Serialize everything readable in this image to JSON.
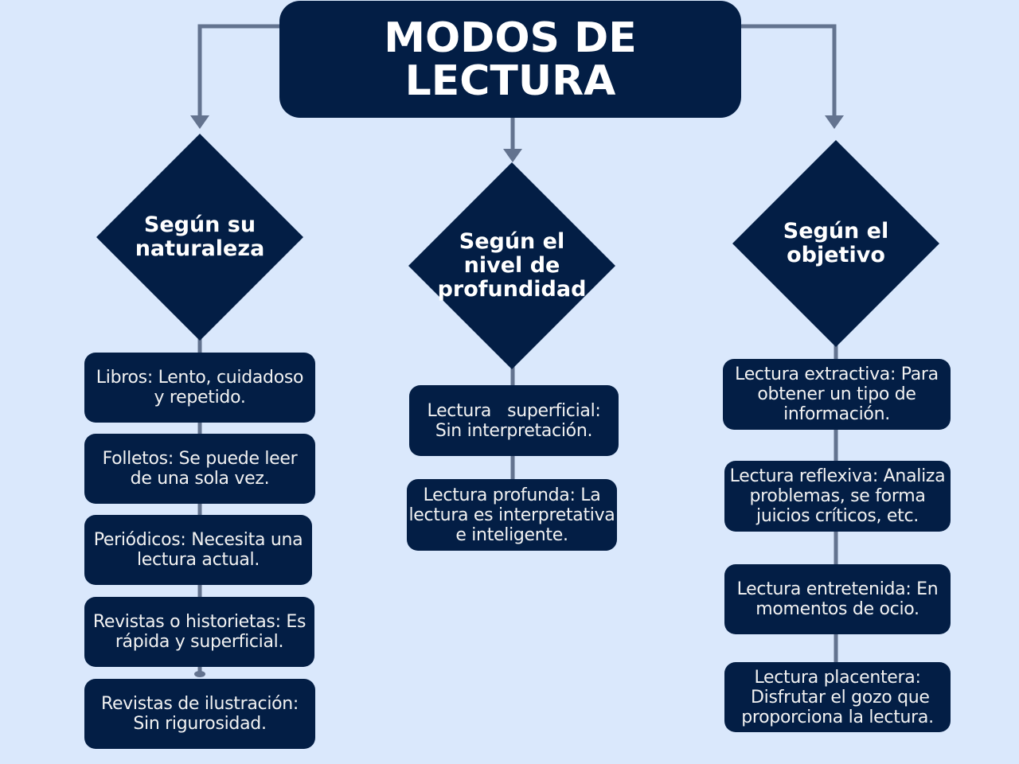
{
  "title": {
    "line1": "MODOS DE",
    "line2": "LECTURA"
  },
  "colors": {
    "background": "#dae8fc",
    "node": "#031e45",
    "connector": "#63738f",
    "text": "#ffffff"
  },
  "branches": [
    {
      "label_line1": "Según su",
      "label_line2": "naturaleza",
      "items": [
        {
          "line1": "Libros: Lento, cuidadoso",
          "line2": "y repetido."
        },
        {
          "line1": "Folletos: Se puede leer",
          "line2": "de una sola vez."
        },
        {
          "line1": "Periódicos: Necesita una",
          "line2": "lectura actual."
        },
        {
          "line1": "Revistas o historietas: Es",
          "line2": "rápida y superficial."
        },
        {
          "line1": "Revistas de ilustración:",
          "line2": "Sin rigurosidad."
        }
      ]
    },
    {
      "label_line1": "Según el",
      "label_line2": "nivel de",
      "label_line3": "profundidad",
      "items": [
        {
          "line1": "Lectura   superficial:",
          "line2": "Sin interpretación."
        },
        {
          "line1": "Lectura profunda: La",
          "line2": "lectura es interpretativa",
          "line3": "e inteligente."
        }
      ]
    },
    {
      "label_line1": "Según el",
      "label_line2": "objetivo",
      "items": [
        {
          "line1": "Lectura extractiva: Para",
          "line2": "obtener un tipo de",
          "line3": "información."
        },
        {
          "line1": "Lectura reflexiva: Analiza",
          "line2": "problemas, se forma",
          "line3": "juicios críticos, etc."
        },
        {
          "line1": "Lectura entretenida: En",
          "line2": "momentos de ocio."
        },
        {
          "line1": "Lectura placentera:",
          "line2": " Disfrutar el gozo que",
          "line3": "proporciona la lectura."
        }
      ]
    }
  ]
}
